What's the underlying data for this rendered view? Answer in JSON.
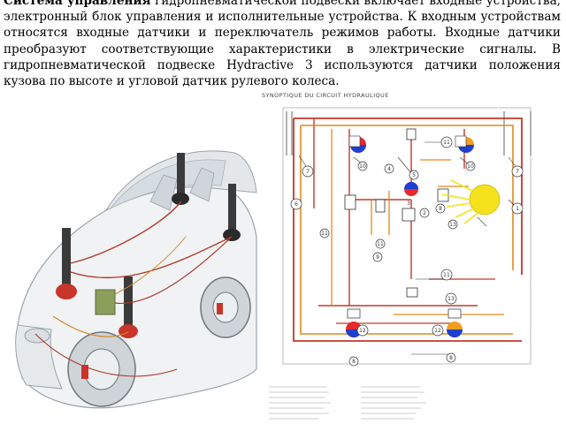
{
  "text": {
    "heading": "Система управления",
    "body": " гидропневматической подвески включает входные устройства, электронный блок управления и исполнительные устройства. К входным устройствам относятся входные датчики и переключатель режимов работы. Входные датчики преобразуют соответствующие характеристики в электрические сигналы. В гидропневматической подвеске Hydractive 3 используются датчики положения кузова по высоте и угловой датчик рулевого колеса."
  },
  "diagram": {
    "title": "SYNOPTIQUE DU CIRCUIT HYDRAULIQUE",
    "labels": [
      "1",
      "2",
      "3",
      "4",
      "5",
      "6",
      "7",
      "8",
      "9",
      "10",
      "11",
      "12",
      "13"
    ]
  },
  "colors": {
    "pipe_red": "#c0392b",
    "pipe_orange": "#e08a1e",
    "sphere_blue": "#1e3fd0",
    "sphere_red": "#e8282a",
    "sphere_orange": "#f0a020",
    "lamp_yellow": "#f4e21c",
    "frame_gray": "#bcbcbc"
  }
}
